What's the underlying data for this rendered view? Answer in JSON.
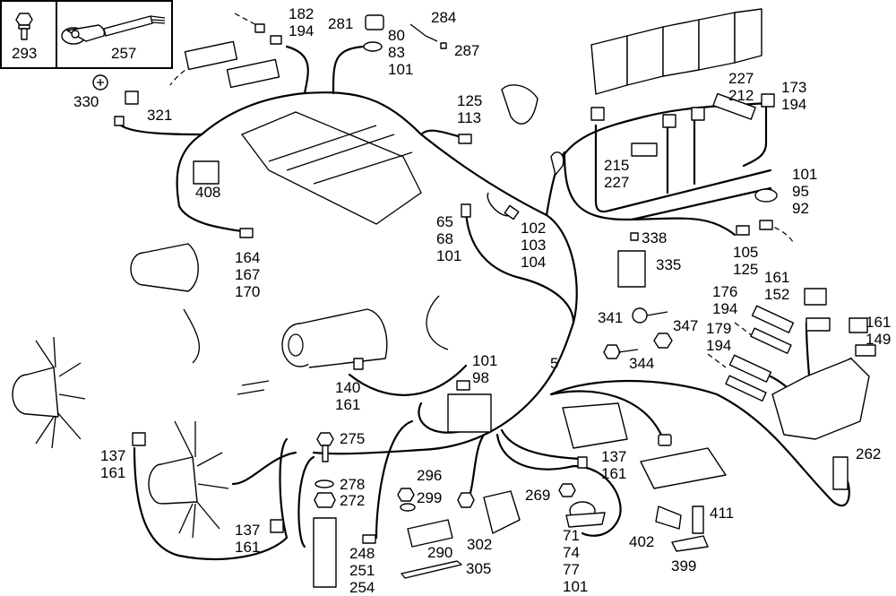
{
  "diagram": {
    "title": "Engine wiring harness exploded parts diagram",
    "inset_parts": [
      {
        "id": "293",
        "lines": [
          "293"
        ],
        "icon": "flange-bolt-icon"
      },
      {
        "id": "257",
        "lines": [
          "257"
        ],
        "icon": "ring-terminal-cable-icon"
      }
    ],
    "callouts": [
      {
        "key": "c330",
        "lines": [
          "330"
        ]
      },
      {
        "key": "c321",
        "lines": [
          "321"
        ]
      },
      {
        "key": "c182",
        "lines": [
          "182",
          "194"
        ]
      },
      {
        "key": "c281",
        "lines": [
          "281"
        ]
      },
      {
        "key": "c80",
        "lines": [
          "80",
          "83",
          "101"
        ]
      },
      {
        "key": "c284",
        "lines": [
          "284"
        ]
      },
      {
        "key": "c287",
        "lines": [
          "287"
        ]
      },
      {
        "key": "c125a",
        "lines": [
          "125",
          "113"
        ]
      },
      {
        "key": "c227a",
        "lines": [
          "227",
          "212"
        ]
      },
      {
        "key": "c173",
        "lines": [
          "173",
          "194"
        ]
      },
      {
        "key": "c408",
        "lines": [
          "408"
        ]
      },
      {
        "key": "c215",
        "lines": [
          "215",
          "227"
        ]
      },
      {
        "key": "c101a",
        "lines": [
          "101",
          "95",
          "92"
        ]
      },
      {
        "key": "c65",
        "lines": [
          "65",
          "68",
          "101"
        ]
      },
      {
        "key": "c102",
        "lines": [
          "102",
          "103",
          "104"
        ]
      },
      {
        "key": "c164",
        "lines": [
          "164",
          "167",
          "170"
        ]
      },
      {
        "key": "c338",
        "lines": [
          "338"
        ]
      },
      {
        "key": "c335",
        "lines": [
          "335"
        ]
      },
      {
        "key": "c105",
        "lines": [
          "105",
          "125"
        ]
      },
      {
        "key": "c161a",
        "lines": [
          "161",
          "152"
        ]
      },
      {
        "key": "c176",
        "lines": [
          "176",
          "194"
        ]
      },
      {
        "key": "c341",
        "lines": [
          "341"
        ]
      },
      {
        "key": "c347",
        "lines": [
          "347"
        ]
      },
      {
        "key": "c179",
        "lines": [
          "179",
          "194"
        ]
      },
      {
        "key": "c161b",
        "lines": [
          "161",
          "149"
        ]
      },
      {
        "key": "c344",
        "lines": [
          "344"
        ]
      },
      {
        "key": "c5",
        "lines": [
          "5"
        ]
      },
      {
        "key": "c101b",
        "lines": [
          "101",
          "98"
        ]
      },
      {
        "key": "c140",
        "lines": [
          "140",
          "161"
        ]
      },
      {
        "key": "c137a",
        "lines": [
          "137",
          "161"
        ]
      },
      {
        "key": "c275",
        "lines": [
          "275"
        ]
      },
      {
        "key": "c137b",
        "lines": [
          "137",
          "161"
        ]
      },
      {
        "key": "c262",
        "lines": [
          "262"
        ]
      },
      {
        "key": "c278",
        "lines": [
          "278"
        ]
      },
      {
        "key": "c272",
        "lines": [
          "272"
        ]
      },
      {
        "key": "c296",
        "lines": [
          "296"
        ]
      },
      {
        "key": "c299",
        "lines": [
          "299"
        ]
      },
      {
        "key": "c269",
        "lines": [
          "269"
        ]
      },
      {
        "key": "c137c",
        "lines": [
          "137",
          "161"
        ]
      },
      {
        "key": "c411",
        "lines": [
          "411"
        ]
      },
      {
        "key": "c248",
        "lines": [
          "248",
          "251",
          "254"
        ]
      },
      {
        "key": "c290",
        "lines": [
          "290"
        ]
      },
      {
        "key": "c302",
        "lines": [
          "302"
        ]
      },
      {
        "key": "c305",
        "lines": [
          "305"
        ]
      },
      {
        "key": "c71",
        "lines": [
          "71",
          "74",
          "77",
          "101"
        ]
      },
      {
        "key": "c402",
        "lines": [
          "402"
        ]
      },
      {
        "key": "c399",
        "lines": [
          "399"
        ]
      }
    ]
  }
}
